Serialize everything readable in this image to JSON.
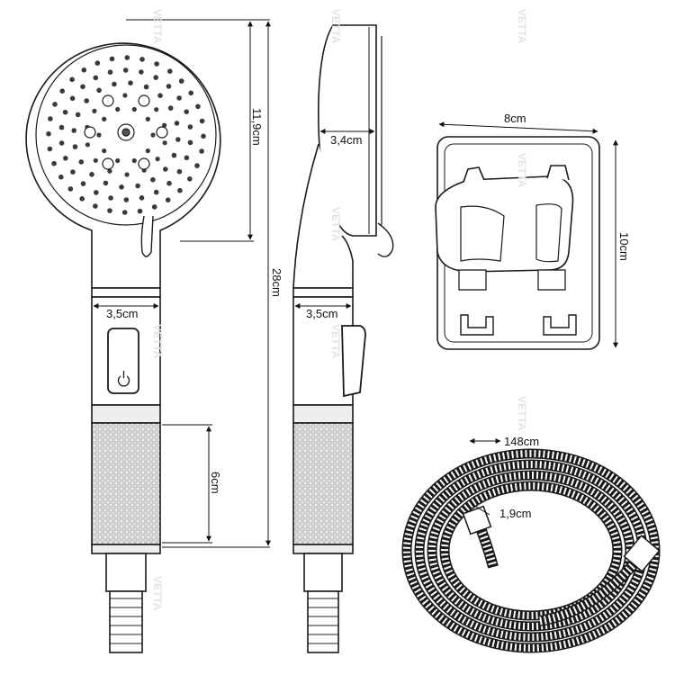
{
  "dimensions": {
    "head_diameter": "11,9cm",
    "total_length": "28cm",
    "handle_width_front": "3,5cm",
    "handle_width_side": "3,5cm",
    "head_depth": "3,4cm",
    "filter_length": "6cm",
    "holder_width": "8cm",
    "holder_height": "10cm",
    "hose_length": "148cm",
    "hose_diameter": "1,9cm"
  },
  "watermark": "VETTA",
  "colors": {
    "stroke": "#1a1a1a",
    "fill": "#ffffff",
    "filter": "#d9d9d9"
  }
}
